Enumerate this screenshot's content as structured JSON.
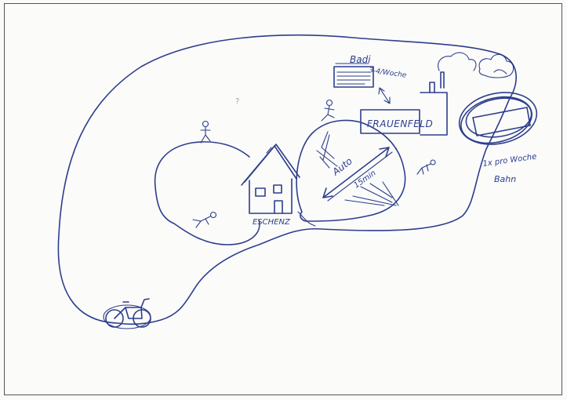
{
  "labels": {
    "badi": "Badi",
    "badi_freq": "3-4/Woche",
    "frauenfeld": "FRAUENFELD",
    "auto": "Auto",
    "time": "15min",
    "home": "ESCHENZ",
    "bahn_freq": "1x pro Woche",
    "bahn": "Bahn",
    "question": "?"
  },
  "colors": {
    "ink": "#2d3e8c",
    "paper": "#fbfbfa",
    "frame": "#555555"
  }
}
